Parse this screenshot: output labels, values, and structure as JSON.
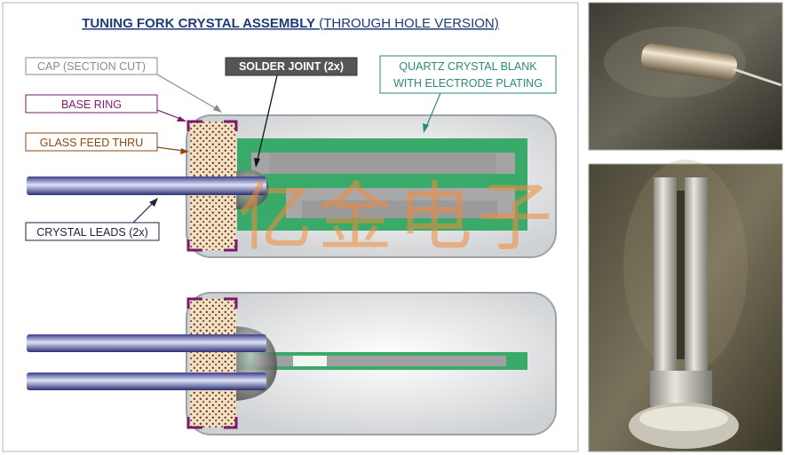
{
  "title": {
    "main": "TUNING FORK CRYSTAL ASSEMBLY",
    "suffix": " (THROUGH HOLE VERSION)"
  },
  "labels": {
    "cap": "CAP (SECTION CUT)",
    "solder_joint": "SOLDER JOINT (2x)",
    "quartz_line1": "QUARTZ CRYSTAL BLANK",
    "quartz_line2": "WITH ELECTRODE PLATING",
    "base_ring": "BASE RING",
    "glass_feed": "GLASS FEED THRU",
    "crystal_leads": "CRYSTAL LEADS (2x)"
  },
  "watermark": "亿金电子",
  "colors": {
    "title": "#1f3a78",
    "cap_label": "#8a8a8a",
    "solder_bg": "#555555",
    "quartz_label": "#2a8a7a",
    "base_ring": "#7a1a6a",
    "glass_feed": "#8a4a10",
    "crystal_leads": "#222244",
    "quartz_green": "#3aaa6a",
    "watermark": "#f08a3a"
  }
}
